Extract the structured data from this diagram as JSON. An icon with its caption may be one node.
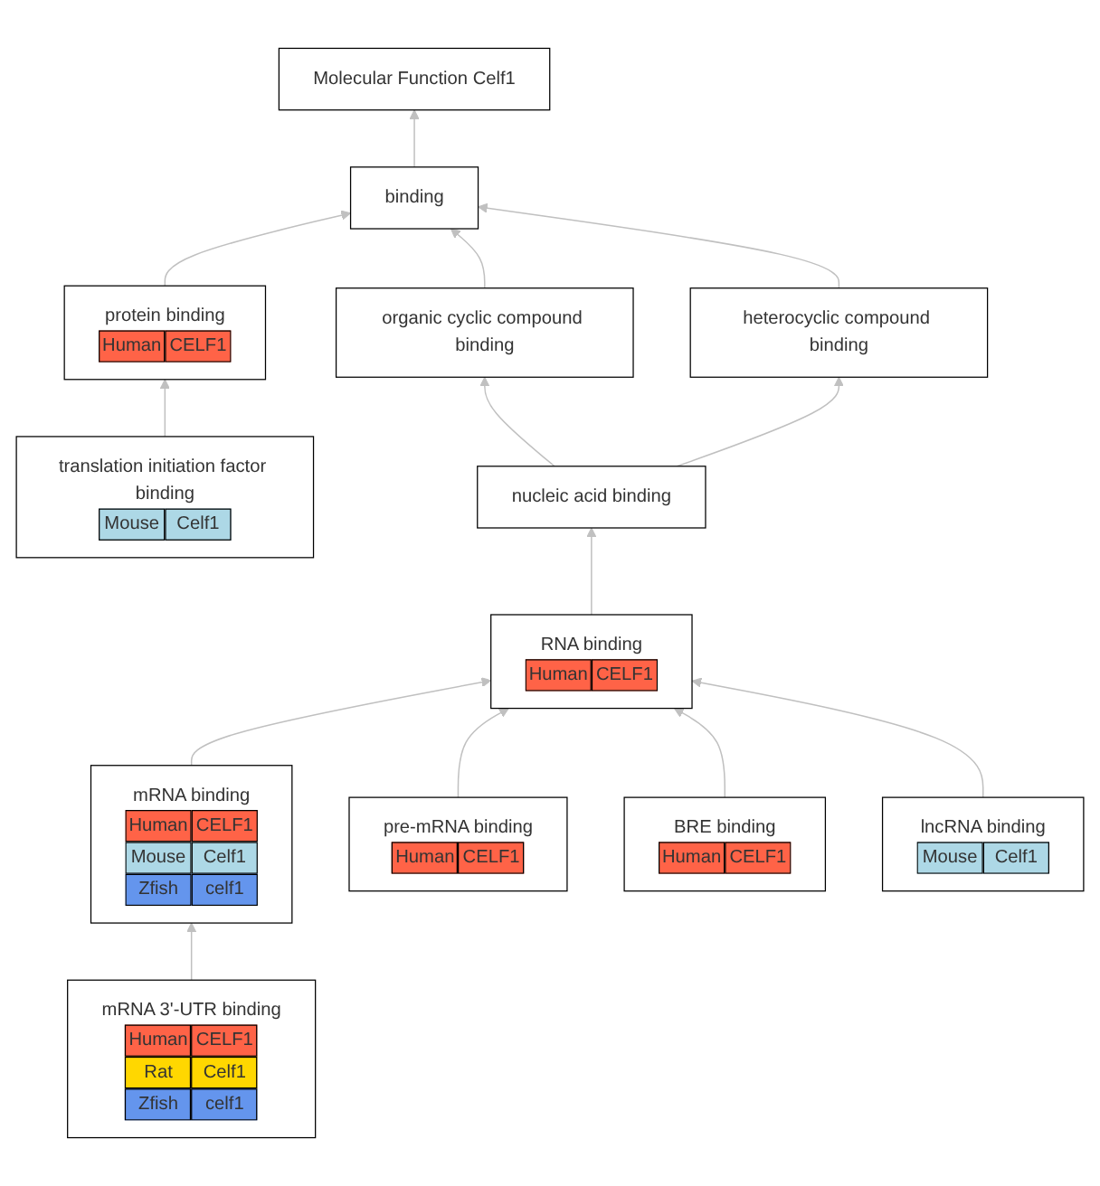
{
  "diagram": {
    "nodes": [
      {
        "text": [
          "Molecular Function Celf1"
        ]
      },
      {
        "text": [
          "binding"
        ]
      },
      {
        "text": [
          "protein binding",
          "Human",
          "CELF1"
        ]
      },
      {
        "text": [
          "organic cyclic compound binding"
        ]
      },
      {
        "text": [
          "heterocyclic compound binding"
        ]
      },
      {
        "text": [
          "translation initiation factor binding",
          "Mouse",
          "Celf1"
        ]
      },
      {
        "text": [
          "nucleic acid binding"
        ]
      },
      {
        "text": [
          "RNA binding",
          "Human",
          "CELF1"
        ]
      },
      {
        "text": [
          "mRNA binding",
          "Human",
          "CELF1",
          "Mouse",
          "Celf1",
          "Zfish",
          "celf1"
        ]
      },
      {
        "text": [
          "pre-mRNA binding",
          "Human",
          "CELF1"
        ]
      },
      {
        "text": [
          "BRE binding",
          "Human",
          "CELF1"
        ]
      },
      {
        "text": [
          "lncRNA binding",
          "Mouse",
          "Celf1"
        ]
      },
      {
        "text": [
          "mRNA 3'-UTR binding",
          "Human",
          "CELF1",
          "Rat",
          "Celf1",
          "Zfish",
          "celf1"
        ]
      }
    ],
    "edges": [
      {
        "from": 1,
        "to": 0,
        "arrow": "to"
      },
      {
        "from": 2,
        "to": 1,
        "arrow": "to"
      },
      {
        "from": 3,
        "to": 1,
        "arrow": "to"
      },
      {
        "from": 4,
        "to": 1,
        "arrow": "to"
      },
      {
        "from": 5,
        "to": 2,
        "arrow": "to"
      },
      {
        "from": 6,
        "to": 3,
        "arrow": "to"
      },
      {
        "from": 6,
        "to": 4,
        "arrow": "to"
      },
      {
        "from": 7,
        "to": 6,
        "arrow": "to"
      },
      {
        "from": 8,
        "to": 7,
        "arrow": "to"
      },
      {
        "from": 9,
        "to": 7,
        "arrow": "to"
      },
      {
        "from": 10,
        "to": 7,
        "arrow": "to"
      },
      {
        "from": 11,
        "to": 7,
        "arrow": "to"
      },
      {
        "from": 12,
        "to": 8,
        "arrow": "to"
      }
    ]
  }
}
